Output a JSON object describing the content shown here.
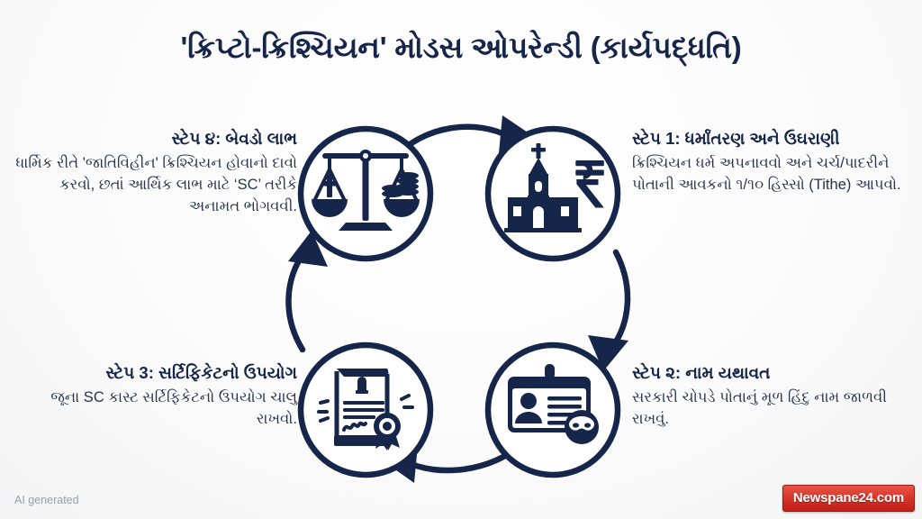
{
  "title": "'ક્રિપ્ટો-ક્રિશ્ચિયન' મોડસ ઓપરેન્ડી (કાર્યપદ્ધતિ)",
  "colors": {
    "navy": "#16254a",
    "navy_text": "#28334d",
    "background": "#fbfbfb",
    "watermark_red": "#d8342a",
    "footer_grey": "#9aa0a6"
  },
  "steps": [
    {
      "id": "step-1",
      "heading": "સ્ટેપ 1: ધર્માંતરણ અને ઉઘરાણી",
      "body": "ક્રિશ્ચિયન ધર્મ અપનાવવો અને ચર્ચ/પાદરીને પોતાની આવકનો ૧/૧૦ હિસ્સો (Tithe) આપવો.",
      "icon": "church-rupee-icon",
      "position": "top-right"
    },
    {
      "id": "step-2",
      "heading": "સ્ટેપ ૨: નામ યથાવત",
      "body": "સરકારી ચોપડે પોતાનું મૂળ હિંદુ નામ જાળવી રાખવું.",
      "icon": "id-card-mask-icon",
      "position": "bottom-right"
    },
    {
      "id": "step-3",
      "heading": "સ્ટેપ 3: સર્ટિફિકેટનો ઉપયોગ",
      "body": "જૂના SC કાસ્ટ સર્ટિફિકેટનો ઉપયોગ ચાલુ રાખવો.",
      "icon": "certificate-seal-icon",
      "position": "bottom-left"
    },
    {
      "id": "step-4",
      "heading": "સ્ટેપ ૪: બેવડો લાભ",
      "body": "ધાર્મિક રીતે 'જાતિવિહીન' ક્રિશ્ચિયન હોવાનો દાવો કરવો, છતાં આર્થિક લાભ માટે ‘SC’ તરીકે અનામત ભોગવવી.",
      "icon": "scales-cross-coins-icon",
      "position": "top-left"
    }
  ],
  "arrows": [
    {
      "name": "arrow-top-right",
      "direction": "right"
    },
    {
      "name": "arrow-right-down",
      "direction": "down"
    },
    {
      "name": "arrow-bottom-left",
      "direction": "left"
    },
    {
      "name": "arrow-left-up",
      "direction": "up"
    }
  ],
  "footer": {
    "ai_label": "AI generated",
    "watermark": "Newspane24.com"
  }
}
